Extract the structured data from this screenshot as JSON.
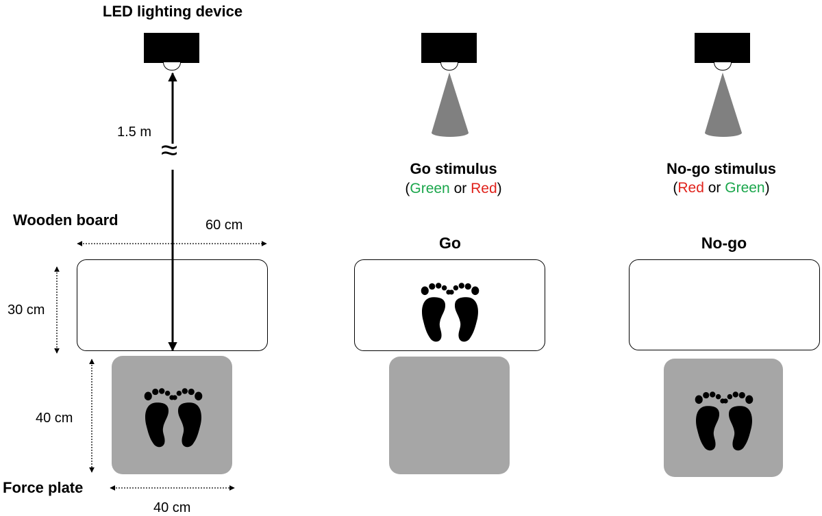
{
  "labels": {
    "led_device": "LED lighting device",
    "distance": "1.5 m",
    "wooden_board": "Wooden board",
    "board_width": "60 cm",
    "board_depth": "30 cm",
    "plate_depth": "40 cm",
    "plate_width": "40 cm",
    "force_plate": "Force plate",
    "break_symbol": "≈"
  },
  "go_stimulus": {
    "title": "Go stimulus",
    "open_paren": "(",
    "color1": "Green",
    "or": " or ",
    "color2": "Red",
    "close_paren": ")"
  },
  "nogo_stimulus": {
    "title": "No-go stimulus",
    "open_paren": "(",
    "color1": "Red",
    "or": " or ",
    "color2": "Green",
    "close_paren": ")"
  },
  "conditions": {
    "go": "Go",
    "nogo": "No-go"
  },
  "colors": {
    "green": "#1aa64b",
    "red": "#e0221b",
    "plate": "#a6a6a6",
    "light_cone": "#808080"
  }
}
